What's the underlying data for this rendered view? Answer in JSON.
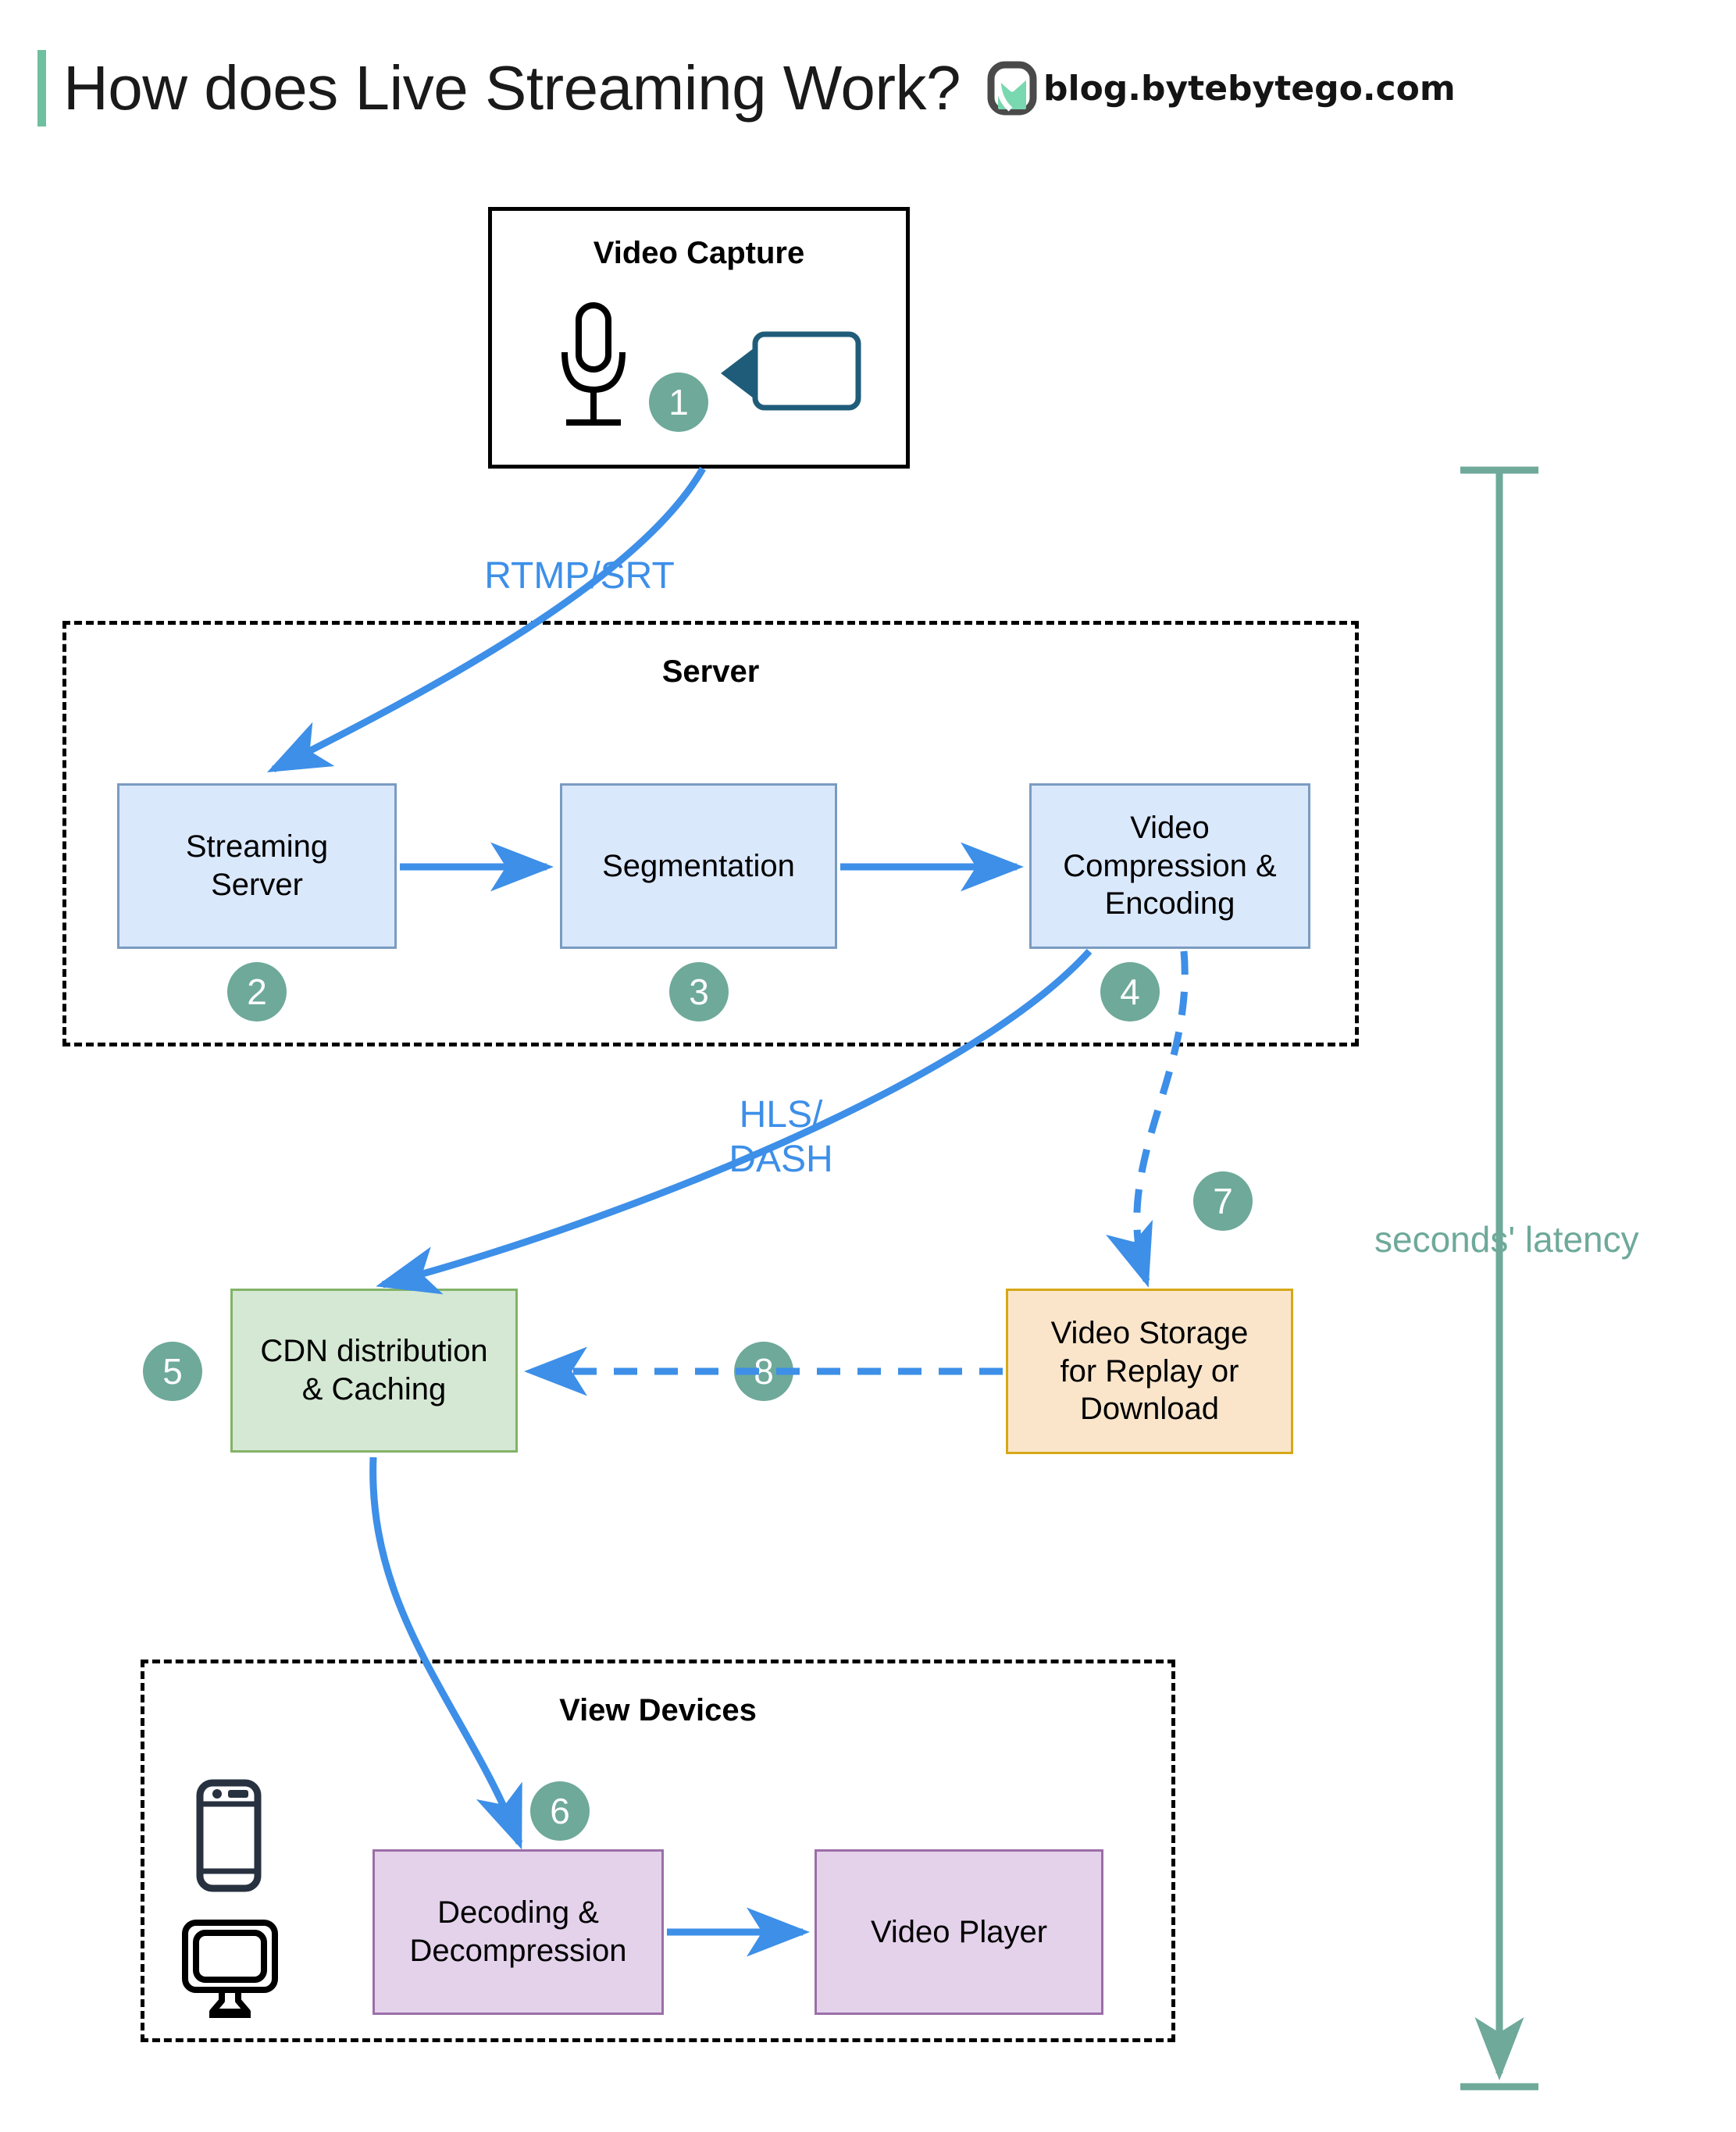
{
  "header": {
    "title": "How does Live Streaming Work?",
    "brand_text": "blog.bytebytego.com",
    "accent_color": "#6FC0A0",
    "logo_icon": "bytebytego-logo-icon"
  },
  "groups": {
    "video_capture": {
      "title": "Video Capture"
    },
    "server": {
      "title": "Server"
    },
    "view_devices": {
      "title": "View Devices"
    }
  },
  "icons": {
    "microphone": "microphone-icon",
    "camera": "video-camera-icon",
    "phone": "smartphone-icon",
    "monitor": "desktop-monitor-icon"
  },
  "nodes": [
    {
      "id": "streaming-server",
      "label": "Streaming\nServer",
      "color": "#DAE8FC",
      "border": "#7A9BC0"
    },
    {
      "id": "segmentation",
      "label": "Segmentation",
      "color": "#DAE8FC",
      "border": "#7A9BC0"
    },
    {
      "id": "video-compression",
      "label": "Video\nCompression &\nEncoding",
      "color": "#DAE8FC",
      "border": "#7A9BC0"
    },
    {
      "id": "cdn",
      "label": "CDN distribution\n& Caching",
      "color": "#D5E8D4",
      "border": "#82B366"
    },
    {
      "id": "video-storage",
      "label": "Video Storage\nfor Replay or\nDownload",
      "color": "#FAE5CB",
      "border": "#D6A817"
    },
    {
      "id": "decoding",
      "label": "Decoding &\nDecompression",
      "color": "#E4D2EB",
      "border": "#9B6FA8"
    },
    {
      "id": "video-player",
      "label": "Video Player",
      "color": "#E4D2EB",
      "border": "#9B6FA8"
    }
  ],
  "steps": [
    {
      "n": "1"
    },
    {
      "n": "2"
    },
    {
      "n": "3"
    },
    {
      "n": "4"
    },
    {
      "n": "5"
    },
    {
      "n": "6"
    },
    {
      "n": "7"
    },
    {
      "n": "8"
    }
  ],
  "edge_labels": {
    "rtmp_srt": "RTMP/SRT",
    "hls_dash": "HLS/\nDASH"
  },
  "latency": {
    "label": "seconds' latency",
    "color": "#6EA99A"
  },
  "colors": {
    "arrow_blue": "#3D8FE8",
    "badge_green": "#6EA99A",
    "camera_outline": "#1F5C7A",
    "phone_dark": "#27313F"
  }
}
